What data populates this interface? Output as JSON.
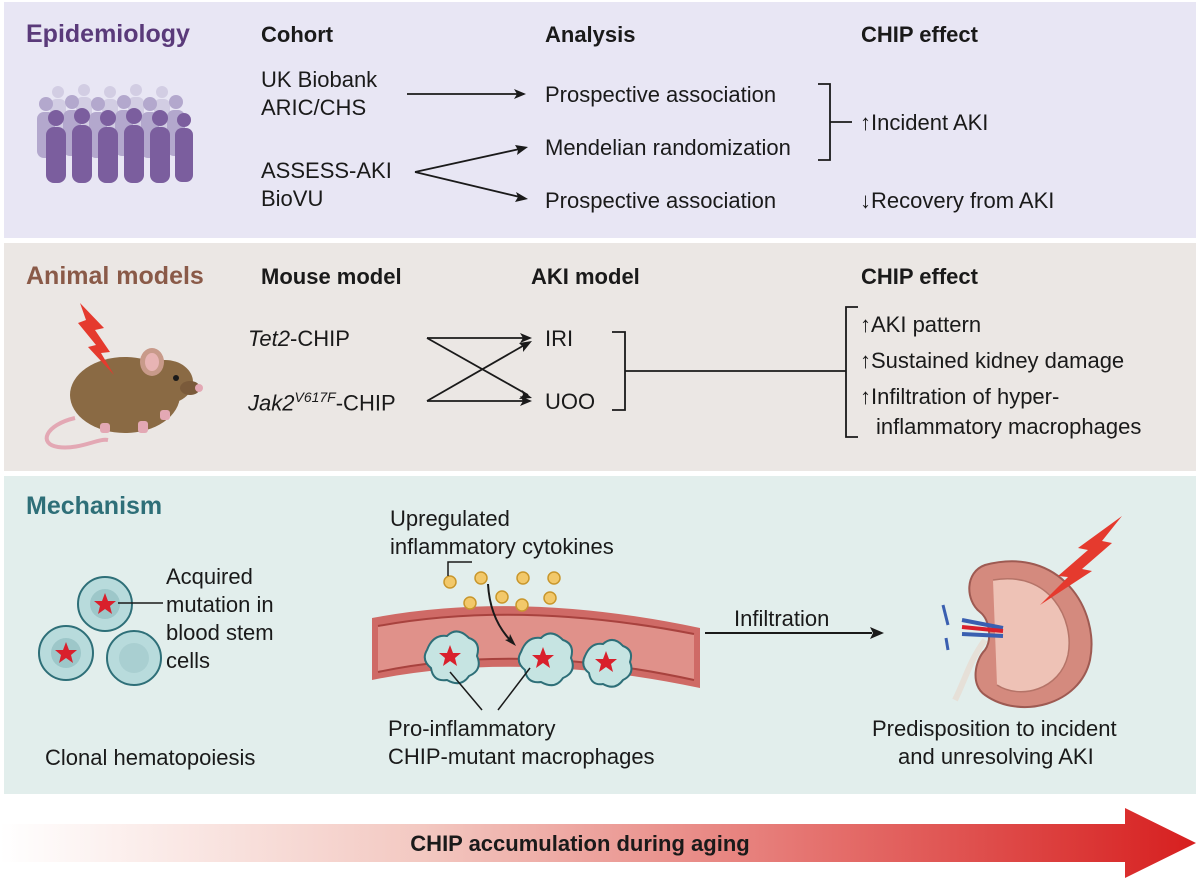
{
  "colors": {
    "epidemiology_bg": "#e8e6f4",
    "animal_bg": "#ebe7e4",
    "mechanism_bg": "#e2eeec",
    "epidemiology_title": "#5a3a7a",
    "animal_title": "#8a5a48",
    "mechanism_title": "#2e6f78",
    "arrow_gradient_end": "#d71f1f",
    "star_red": "#d9202c"
  },
  "epidemiology": {
    "title": "Epidemiology",
    "headers": {
      "cohort": "Cohort",
      "analysis": "Analysis",
      "effect": "CHIP effect"
    },
    "cohorts": {
      "group1_line1": "UK Biobank",
      "group1_line2": "ARIC/CHS",
      "group2_line1": "ASSESS-AKI",
      "group2_line2": "BioVU"
    },
    "analyses": {
      "a1": "Prospective association",
      "a2": "Mendelian randomization",
      "a3": "Prospective association"
    },
    "effects": [
      {
        "direction": "up",
        "arrow": "↑",
        "label": "Incident AKI"
      },
      {
        "direction": "down",
        "arrow": "↓",
        "label": "Recovery from AKI"
      }
    ]
  },
  "animal_models": {
    "title": "Animal models",
    "headers": {
      "mouse": "Mouse model",
      "aki": "AKI model",
      "effect": "CHIP effect"
    },
    "mouse_models": [
      {
        "italic": "Tet2",
        "sup": "",
        "rest": "-CHIP"
      },
      {
        "italic": "Jak2",
        "sup": "V617F",
        "rest": "-CHIP"
      }
    ],
    "aki_models": [
      "IRI",
      "UOO"
    ],
    "effects": [
      {
        "arrow": "↑",
        "line1": "AKI pattern",
        "line2": ""
      },
      {
        "arrow": "↑",
        "line1": "Sustained kidney damage",
        "line2": ""
      },
      {
        "arrow": "↑",
        "line1": "Infiltration of hyper-",
        "line2": "inflammatory macrophages"
      }
    ]
  },
  "mechanism": {
    "title": "Mechanism",
    "acquired": [
      "Acquired",
      "mutation in",
      "blood stem",
      "cells"
    ],
    "clonal": "Clonal hematopoiesis",
    "cytokines": [
      "Upregulated",
      "inflammatory cytokines"
    ],
    "macrophages": [
      "Pro-inflammatory",
      "CHIP-mutant macrophages"
    ],
    "infiltration": "Infiltration",
    "outcome": [
      "Predisposition to incident",
      "and unresolving AKI"
    ]
  },
  "bottom": {
    "label": "CHIP accumulation during aging"
  }
}
